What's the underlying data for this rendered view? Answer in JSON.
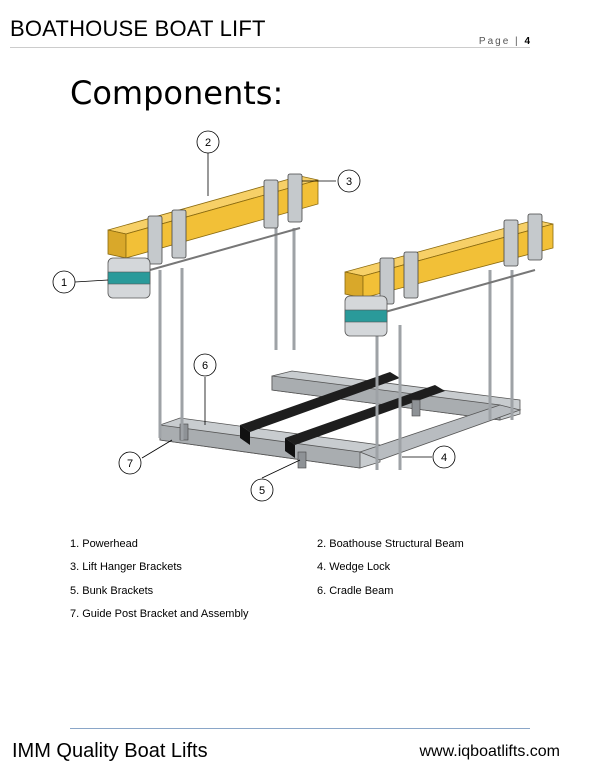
{
  "header": {
    "title": "BOATHOUSE BOAT LIFT",
    "page_label": "Page",
    "page_number": "4"
  },
  "heading": "Components:",
  "callouts": [
    "1",
    "2",
    "3",
    "4",
    "5",
    "6",
    "7"
  ],
  "legend": [
    "1.  Powerhead",
    "2.  Boathouse Structural Beam",
    "3.  Lift Hanger Brackets",
    "4.  Wedge Lock",
    "5.  Bunk Brackets",
    "6.  Cradle Beam",
    "7.  Guide Post Bracket and Assembly"
  ],
  "footer": {
    "company": "IMM Quality Boat Lifts",
    "website": "www.iqboatlifts.com"
  },
  "colors": {
    "beam": "#f2c037",
    "powerhead_band": "#2a9a9a",
    "bunk": "#1e1e1e",
    "steel": "#b8bcc0"
  }
}
